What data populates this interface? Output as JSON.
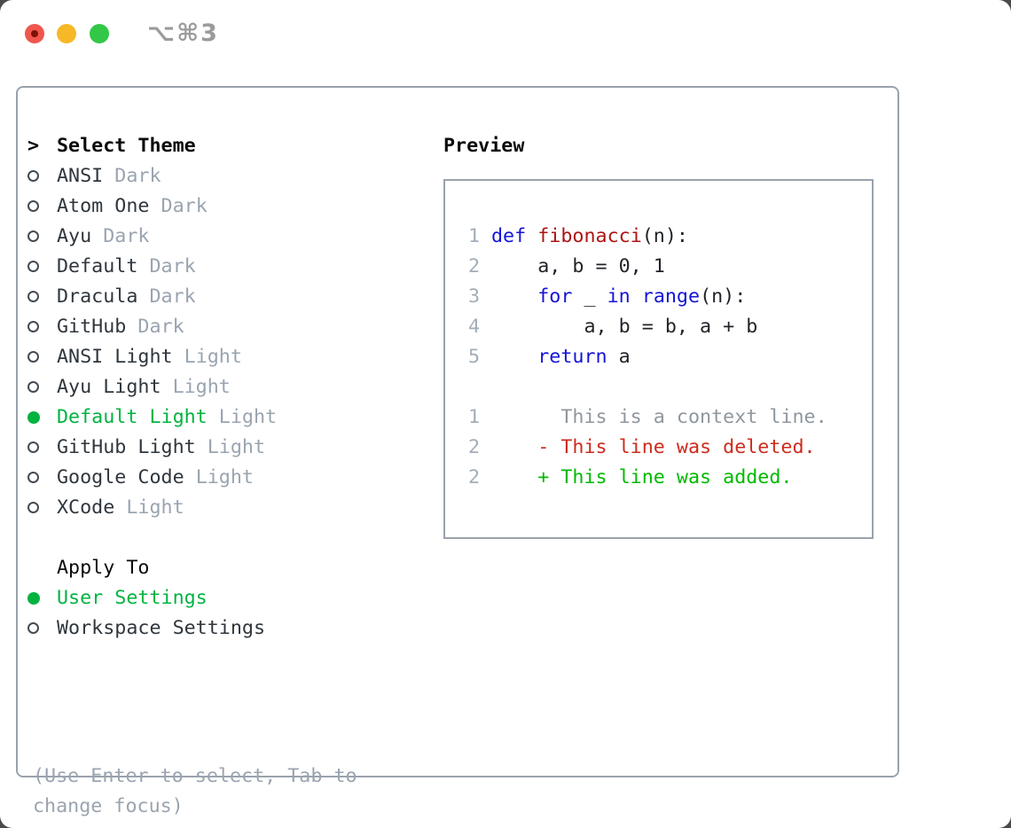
{
  "titlebar": {
    "shortcut_label": "⌥⌘3",
    "traffic_lights": [
      "close",
      "minimize",
      "zoom"
    ]
  },
  "theme_selector": {
    "header_marker": ">",
    "header_label": "Select Theme",
    "items": [
      {
        "name": "ANSI",
        "variant": "Dark",
        "selected": false
      },
      {
        "name": "Atom One",
        "variant": "Dark",
        "selected": false
      },
      {
        "name": "Ayu",
        "variant": "Dark",
        "selected": false
      },
      {
        "name": "Default",
        "variant": "Dark",
        "selected": false
      },
      {
        "name": "Dracula",
        "variant": "Dark",
        "selected": false
      },
      {
        "name": "GitHub",
        "variant": "Dark",
        "selected": false
      },
      {
        "name": "ANSI Light",
        "variant": "Light",
        "selected": false
      },
      {
        "name": "Ayu Light",
        "variant": "Light",
        "selected": false
      },
      {
        "name": "Default Light",
        "variant": "Light",
        "selected": true
      },
      {
        "name": "GitHub Light",
        "variant": "Light",
        "selected": false
      },
      {
        "name": "Google Code",
        "variant": "Light",
        "selected": false
      },
      {
        "name": "XCode",
        "variant": "Light",
        "selected": false
      }
    ]
  },
  "apply_to": {
    "header_label": "Apply To",
    "options": [
      {
        "label": "User Settings",
        "selected": true
      },
      {
        "label": "Workspace Settings",
        "selected": false
      }
    ]
  },
  "help_text": "(Use Enter to select, Tab to change focus)",
  "preview": {
    "title": "Preview",
    "code_lines": [
      {
        "num": "1",
        "tokens": [
          {
            "t": "def",
            "c": "kw"
          },
          {
            "t": " ",
            "c": "pl"
          },
          {
            "t": "fibonacci",
            "c": "fn"
          },
          {
            "t": "(n):",
            "c": "pl"
          }
        ]
      },
      {
        "num": "2",
        "tokens": [
          {
            "t": "    a, b = 0, 1",
            "c": "pl"
          }
        ]
      },
      {
        "num": "3",
        "tokens": [
          {
            "t": "    ",
            "c": "pl"
          },
          {
            "t": "for",
            "c": "kw"
          },
          {
            "t": " _ ",
            "c": "pl"
          },
          {
            "t": "in",
            "c": "kw"
          },
          {
            "t": " ",
            "c": "pl"
          },
          {
            "t": "range",
            "c": "kw"
          },
          {
            "t": "(n):",
            "c": "pl"
          }
        ]
      },
      {
        "num": "4",
        "tokens": [
          {
            "t": "        a, b = b, a + b",
            "c": "pl"
          }
        ]
      },
      {
        "num": "5",
        "tokens": [
          {
            "t": "    ",
            "c": "pl"
          },
          {
            "t": "return",
            "c": "kw"
          },
          {
            "t": " a",
            "c": "pl"
          }
        ]
      },
      {
        "num": "",
        "tokens": []
      },
      {
        "num": "1",
        "tokens": [
          {
            "t": "      This is a context line.",
            "c": "ctx"
          }
        ]
      },
      {
        "num": "2",
        "tokens": [
          {
            "t": "    - This line was deleted.",
            "c": "del"
          }
        ]
      },
      {
        "num": "2",
        "tokens": [
          {
            "t": "    + This line was added.",
            "c": "add"
          }
        ]
      }
    ]
  },
  "colors": {
    "accent_green": "#00b341",
    "keyword_blue": "#1414d6",
    "function_red": "#ad1414",
    "deleted_red": "#cc2c1e",
    "added_green": "#00ba00",
    "muted_gray": "#9aa4b0",
    "item_text": "#2f363d",
    "border_gray": "#9aa2ac",
    "traffic_red": "#f0564d",
    "traffic_yellow": "#f6b827",
    "traffic_green": "#33c748"
  }
}
